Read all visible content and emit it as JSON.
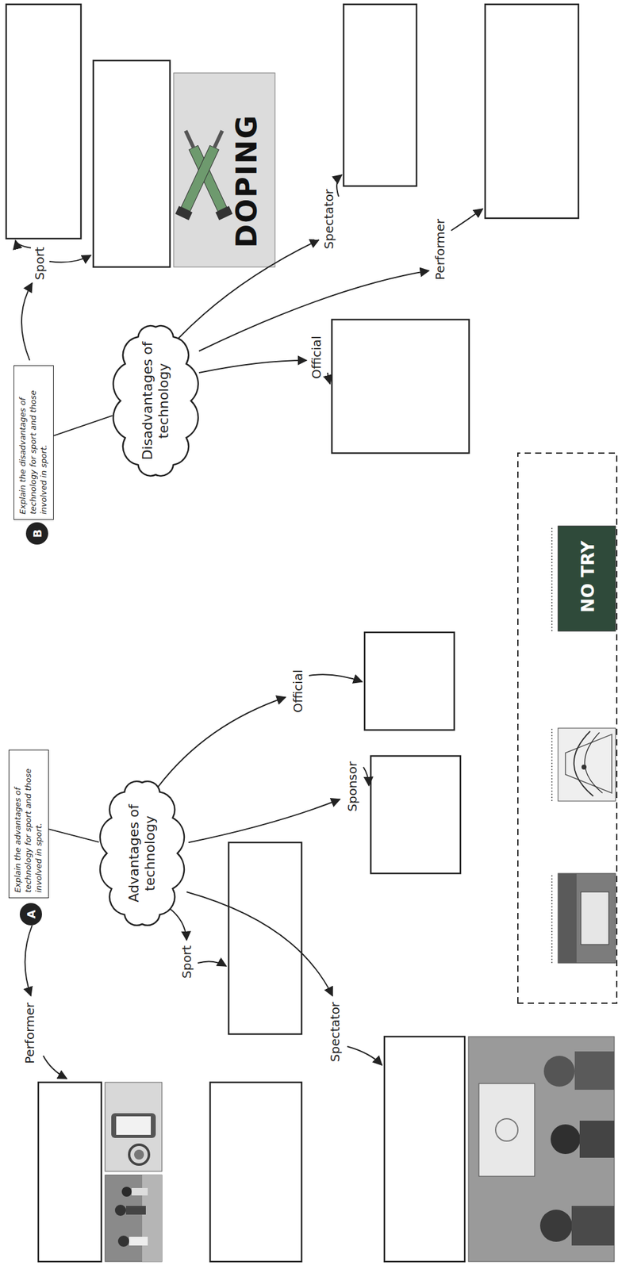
{
  "diagram": {
    "nodes": [
      {
        "text": [
          "A"
        ]
      },
      {
        "text": [
          "Explain the advantages of technology for sport and those involved in sport."
        ]
      },
      {
        "text": [
          "Advantages of technology"
        ]
      },
      {
        "text": [
          "B"
        ]
      },
      {
        "text": [
          "Explain the disadvantages of technology for sport and those involved in sport."
        ]
      },
      {
        "text": [
          "Disadvantages of technology"
        ]
      }
    ],
    "edges": [
      {
        "from": 1,
        "to": 2,
        "arrow": "none"
      },
      {
        "from": 4,
        "to": 5,
        "arrow": "none"
      }
    ],
    "labels": [
      "Performer",
      "Sport",
      "Spectator",
      "Sponsor",
      "Official",
      "Sport",
      "Official",
      "Spectator",
      "Performer",
      "DOPING",
      "NO TRY"
    ]
  }
}
